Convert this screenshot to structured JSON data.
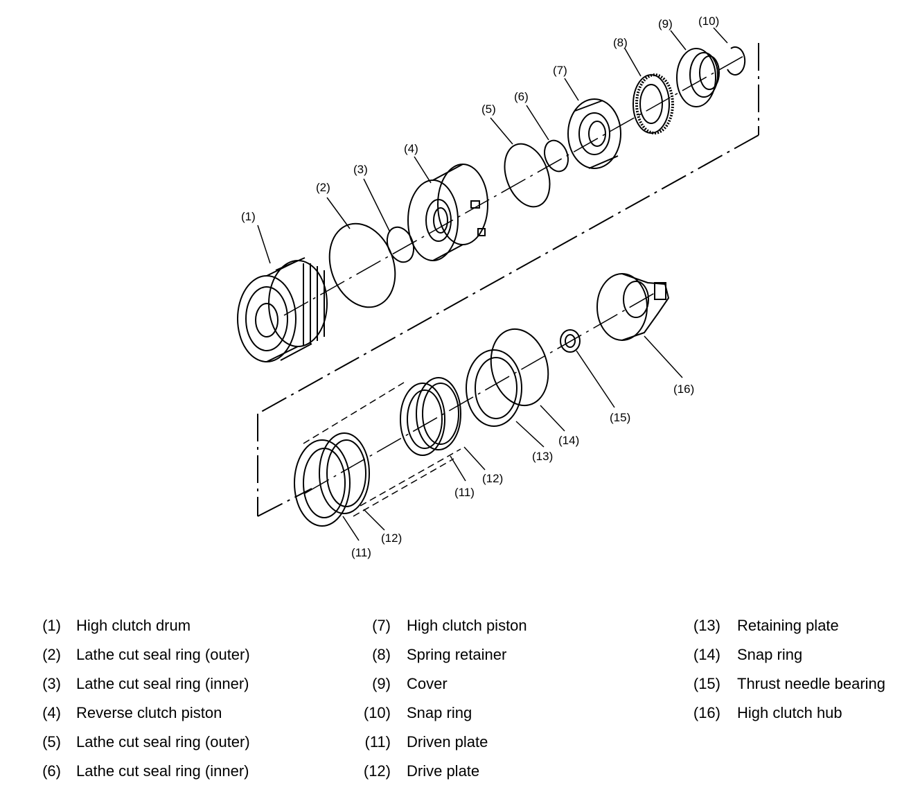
{
  "diagram": {
    "callouts": {
      "c1": "(1)",
      "c2": "(2)",
      "c3": "(3)",
      "c4": "(4)",
      "c5": "(5)",
      "c6": "(6)",
      "c7": "(7)",
      "c8": "(8)",
      "c9": "(9)",
      "c10": "(10)",
      "c11a": "(11)",
      "c11b": "(11)",
      "c12a": "(12)",
      "c12b": "(12)",
      "c13": "(13)",
      "c14": "(14)",
      "c15": "(15)",
      "c16": "(16)"
    }
  },
  "legend": {
    "col1": [
      {
        "num": "(1)",
        "label": "High clutch drum"
      },
      {
        "num": "(2)",
        "label": "Lathe cut seal ring (outer)"
      },
      {
        "num": "(3)",
        "label": "Lathe cut seal ring (inner)"
      },
      {
        "num": "(4)",
        "label": "Reverse clutch piston"
      },
      {
        "num": "(5)",
        "label": "Lathe cut seal ring (outer)"
      },
      {
        "num": "(6)",
        "label": "Lathe cut seal ring (inner)"
      }
    ],
    "col2": [
      {
        "num": "(7)",
        "label": "High clutch piston"
      },
      {
        "num": "(8)",
        "label": "Spring retainer"
      },
      {
        "num": "(9)",
        "label": "Cover"
      },
      {
        "num": "(10)",
        "label": "Snap ring"
      },
      {
        "num": "(11)",
        "label": "Driven plate"
      },
      {
        "num": "(12)",
        "label": "Drive plate"
      }
    ],
    "col3": [
      {
        "num": "(13)",
        "label": "Retaining plate"
      },
      {
        "num": "(14)",
        "label": "Snap ring"
      },
      {
        "num": "(15)",
        "label": "Thrust needle bearing"
      },
      {
        "num": "(16)",
        "label": "High clutch hub"
      }
    ]
  }
}
